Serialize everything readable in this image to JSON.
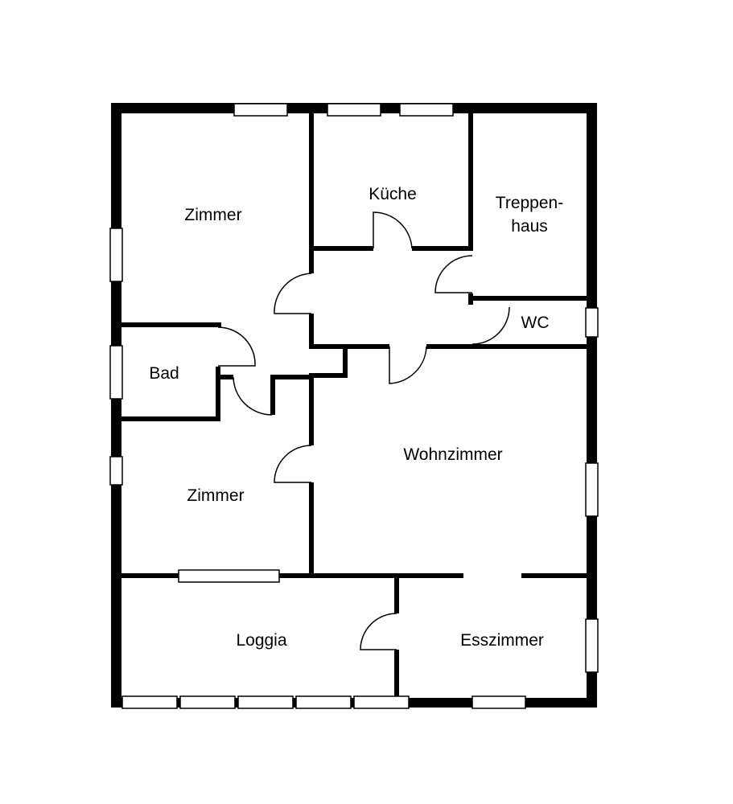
{
  "rooms": {
    "zimmer_top": "Zimmer",
    "kueche": "Küche",
    "treppenhaus_line1": "Treppen-",
    "treppenhaus_line2": "haus",
    "wc": "WC",
    "bad": "Bad",
    "wohnzimmer": "Wohnzimmer",
    "zimmer_bottom": "Zimmer",
    "loggia": "Loggia",
    "esszimmer": "Esszimmer"
  },
  "colors": {
    "wall": "#000000",
    "background": "#ffffff"
  }
}
